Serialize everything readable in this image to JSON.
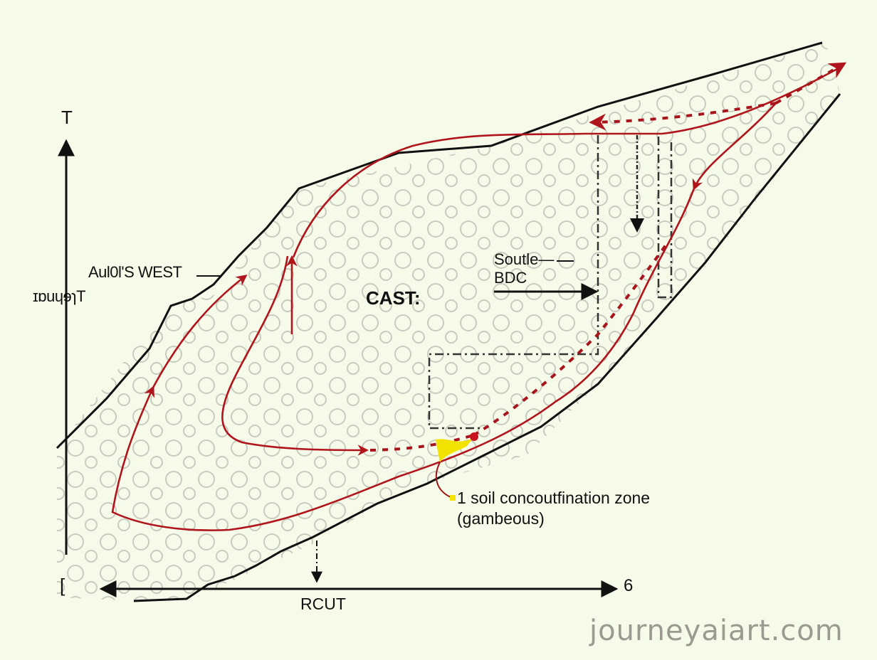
{
  "diagram": {
    "axes": {
      "vertical_label": "T",
      "horizontal_left_label": "[",
      "horizontal_right_label": "6"
    },
    "labels": {
      "west": "Aul0l'S WEST",
      "mirror": "ɪɒuɥɘɿT",
      "source_line1": "Soutle—",
      "source_line2": "BDC",
      "cast": "CAST:",
      "zone_line1": "1 soil concoutfination zone",
      "zone_line2": "(gambeous)",
      "rcut": "RCUT"
    },
    "colors": {
      "background": "#f6fae8",
      "outline": "#111111",
      "flow_path": "#b0141c",
      "contamination_marker": "#f2e200",
      "particles": "#b8bcb2"
    },
    "watermark": "journeyaiart.com"
  }
}
